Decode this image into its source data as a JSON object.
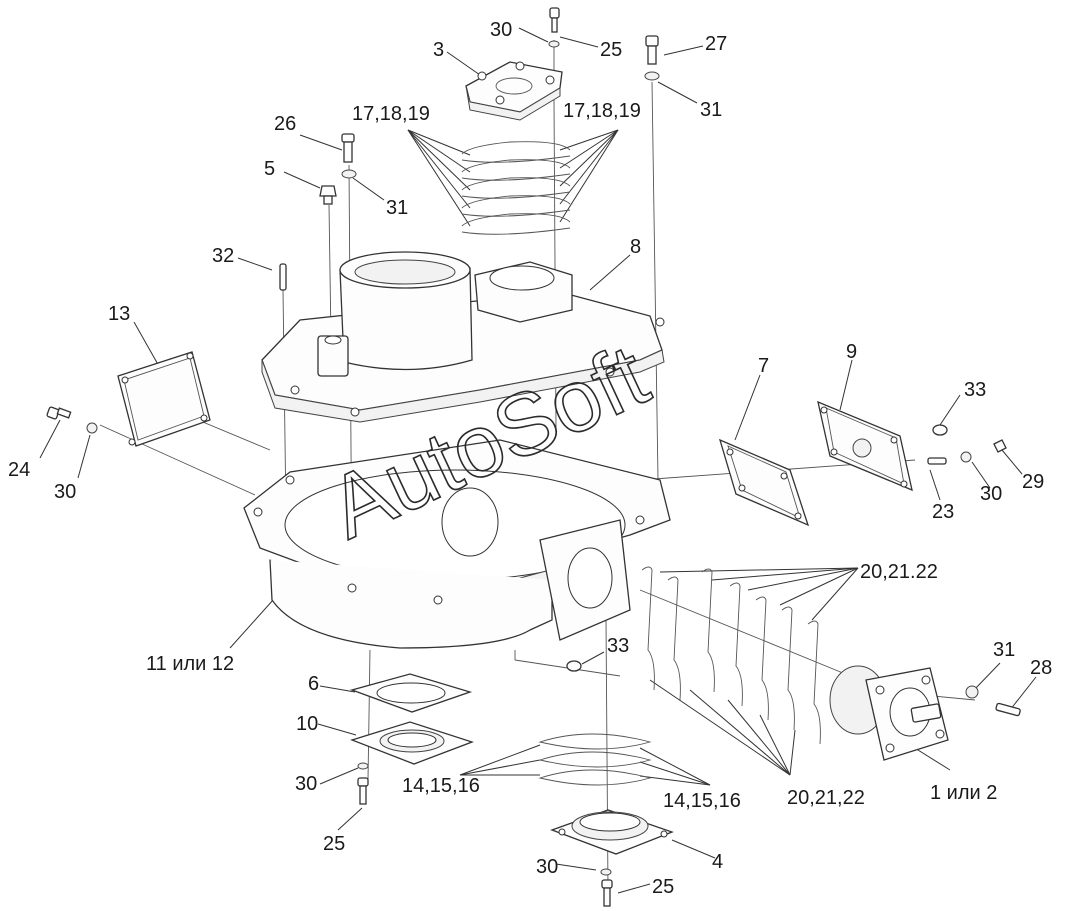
{
  "watermark": "AutoSoft",
  "callouts": {
    "c30_top": "30",
    "c25_top": "25",
    "c3": "3",
    "c27": "27",
    "c31_top": "31",
    "c17_left": "17,18,19",
    "c17_right": "17,18,19",
    "c26": "26",
    "c5": "5",
    "c31_left": "31",
    "c32": "32",
    "c8": "8",
    "c13": "13",
    "c7": "7",
    "c9": "9",
    "c33_right": "33",
    "c24": "24",
    "c30_left": "30",
    "c23": "23",
    "c30_right": "30",
    "c29": "29",
    "c20_top": "20,21.22",
    "c11": "11 или 12",
    "c33_mid": "33",
    "c31_bottom": "31",
    "c28": "28",
    "c6": "6",
    "c10": "10",
    "c30_bl": "30",
    "c14_left": "14,15,16",
    "c14_right": "14,15,16",
    "c20_bottom": "20,21,22",
    "c1": "1 или 2",
    "c25_bl": "25",
    "c4": "4",
    "c30_bottom": "30",
    "c25_bottom": "25"
  }
}
